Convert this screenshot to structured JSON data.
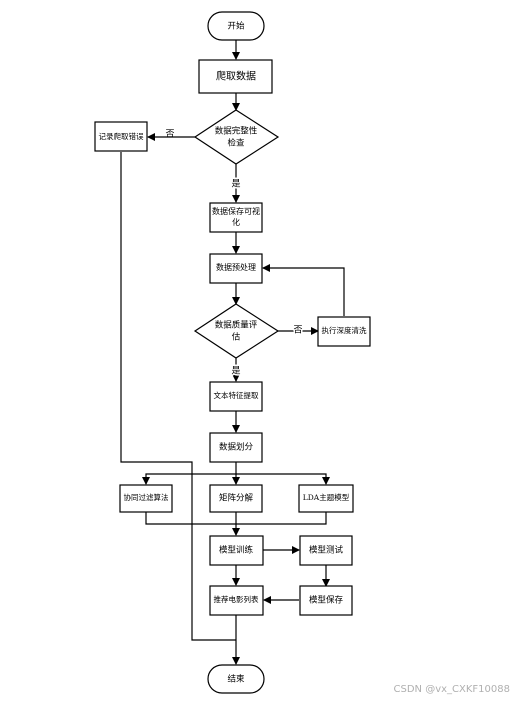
{
  "nodes": {
    "start": "开始",
    "crawl": "爬取数据",
    "check_line1": "数据完整性",
    "check_line2": "检查",
    "log_error": "记录爬取错误",
    "save_line1": "数据保存可视",
    "save_line2": "化",
    "preprocess": "数据预处理",
    "quality_line1": "数据质量评",
    "quality_line2": "估",
    "deep_clean": "执行深度清洗",
    "feature": "文本特征提取",
    "split": "数据划分",
    "cf": "协同过滤算法",
    "mf": "矩阵分解",
    "lda": "LDA主题模型",
    "train": "模型训练",
    "test": "模型测试",
    "recommend": "推荐电影列表",
    "save_model": "模型保存",
    "end": "结束"
  },
  "labels": {
    "no_1": "否",
    "yes_1": "是",
    "no_2": "否",
    "yes_2": "是"
  },
  "watermark": "CSDN @vx_CXKF10088"
}
